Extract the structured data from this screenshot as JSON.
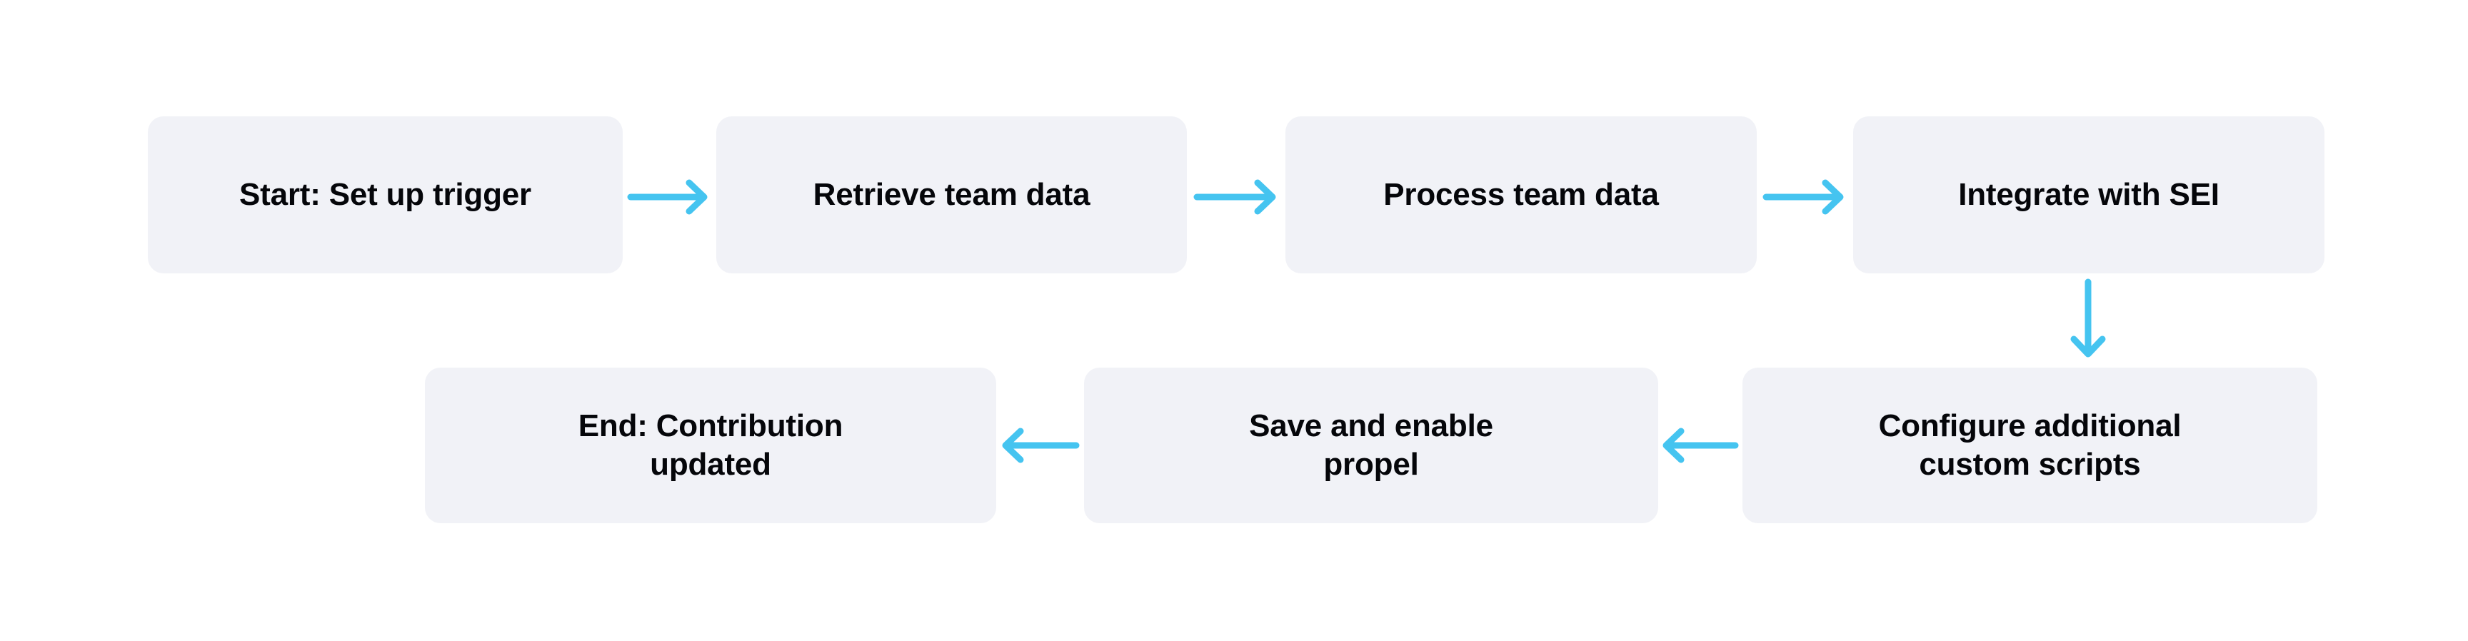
{
  "diagram": {
    "type": "flowchart",
    "title": "",
    "colors": {
      "node_background": "#F1F2F7",
      "node_text": "#05060A",
      "arrow": "#45C4F0",
      "canvas_background": "#FFFFFF"
    },
    "nodes": [
      {
        "id": "n1",
        "label": "Start: Set up trigger",
        "row": "top",
        "order": 1
      },
      {
        "id": "n2",
        "label": "Retrieve team data",
        "row": "top",
        "order": 2
      },
      {
        "id": "n3",
        "label": "Process team data",
        "row": "top",
        "order": 3
      },
      {
        "id": "n4",
        "label": "Integrate with SEI",
        "row": "top",
        "order": 4
      },
      {
        "id": "n5",
        "label": "Configure additional\ncustom scripts",
        "row": "bottom",
        "order": 5
      },
      {
        "id": "n6",
        "label": "Save and enable\npropel",
        "row": "bottom",
        "order": 6
      },
      {
        "id": "n7",
        "label": "End: Contribution\nupdated",
        "row": "bottom",
        "order": 7
      }
    ],
    "arrows": [
      {
        "id": "a1",
        "from": "n1",
        "to": "n2",
        "direction": "right",
        "icon": "arrow-right-icon"
      },
      {
        "id": "a2",
        "from": "n2",
        "to": "n3",
        "direction": "right",
        "icon": "arrow-right-icon"
      },
      {
        "id": "a3",
        "from": "n3",
        "to": "n4",
        "direction": "right",
        "icon": "arrow-right-icon"
      },
      {
        "id": "a4",
        "from": "n4",
        "to": "n5",
        "direction": "down",
        "icon": "arrow-down-icon"
      },
      {
        "id": "a5",
        "from": "n5",
        "to": "n6",
        "direction": "left",
        "icon": "arrow-left-icon"
      },
      {
        "id": "a6",
        "from": "n6",
        "to": "n7",
        "direction": "left",
        "icon": "arrow-left-icon"
      }
    ]
  }
}
